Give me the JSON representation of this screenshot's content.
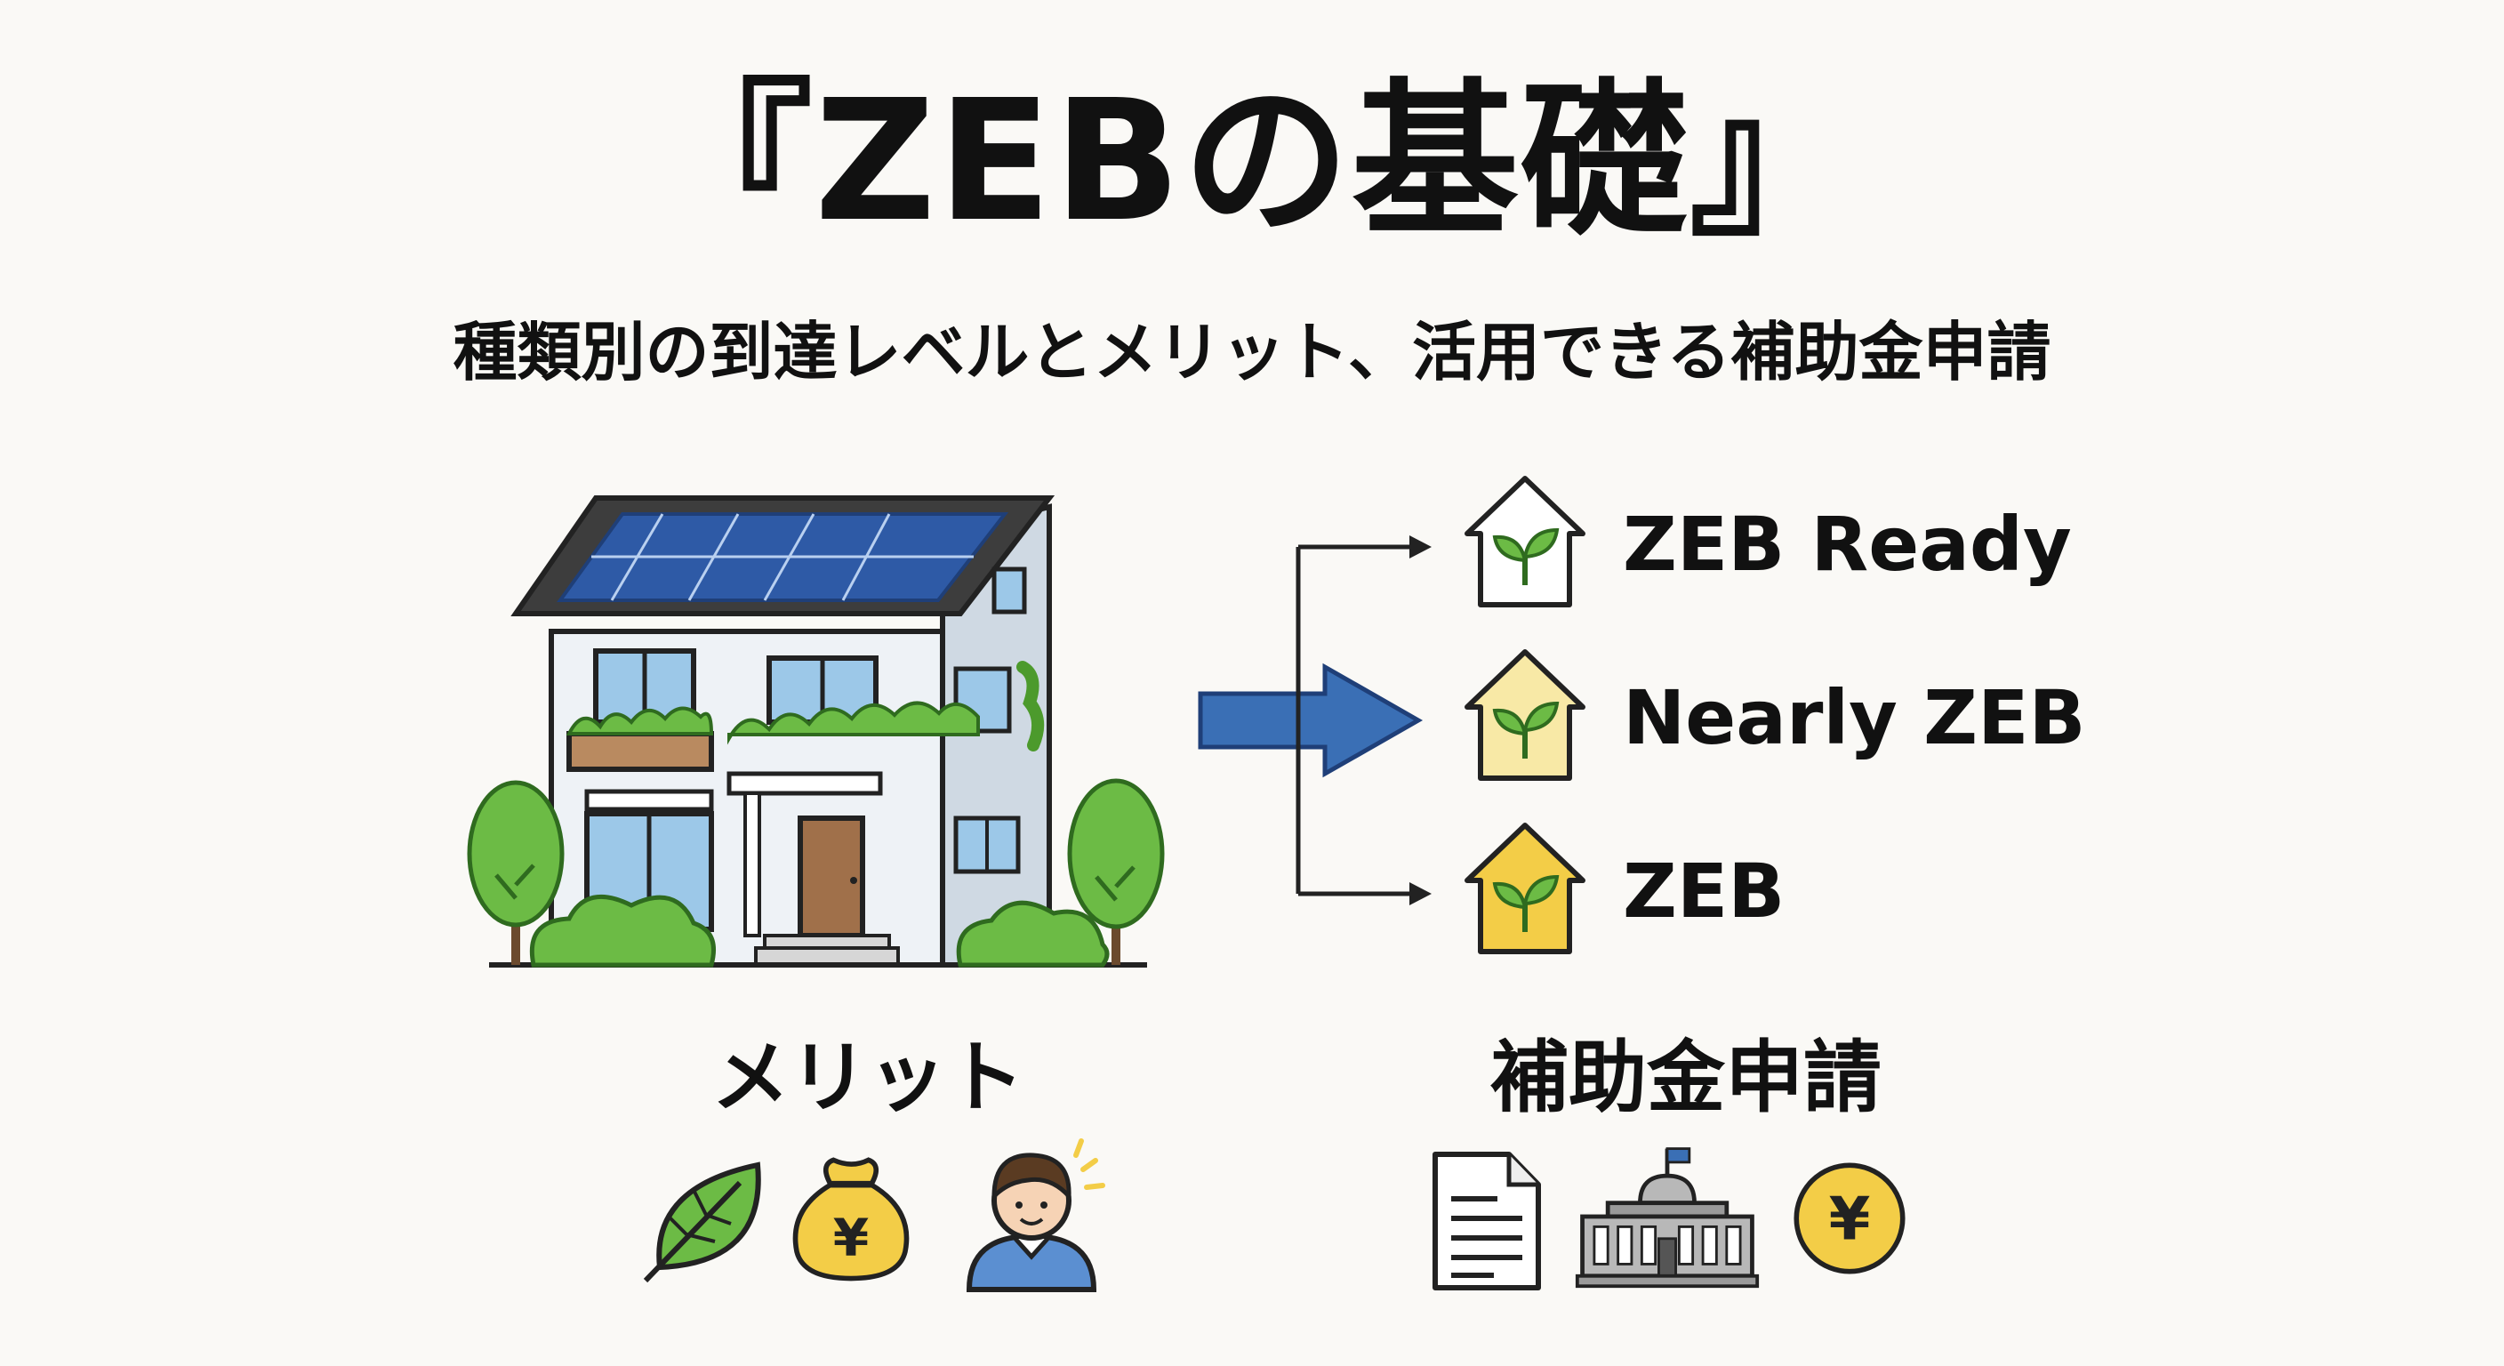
{
  "title": "『ZEBの基礎』",
  "subtitle": "種類別の到達レベルとメリット、活用できる補助金申請",
  "levels": [
    {
      "label": "ZEB Ready",
      "icon": "house-leaf-icon",
      "fill": "#ffffff"
    },
    {
      "label": "Nearly ZEB",
      "icon": "house-leaf-icon",
      "fill": "#f8e9a6"
    },
    {
      "label": "ZEB",
      "icon": "house-leaf-icon",
      "fill": "#f3cd47"
    }
  ],
  "merits": {
    "heading": "メリット",
    "icons": [
      "leaf-icon",
      "yen-money-bag-icon",
      "happy-person-icon"
    ]
  },
  "subsidy": {
    "heading": "補助金申請",
    "icons": [
      "document-icon",
      "government-building-icon",
      "yen-coin-icon"
    ]
  },
  "colors": {
    "arrow_blue": "#3a6fb5",
    "roof_dark": "#3d3d3d",
    "solar_panel": "#2e5aa6",
    "window_blue": "#9cc8e8",
    "tree_green": "#6cbb45",
    "accent_yellow": "#f3cd47",
    "wall_light": "#e4ebf2"
  }
}
